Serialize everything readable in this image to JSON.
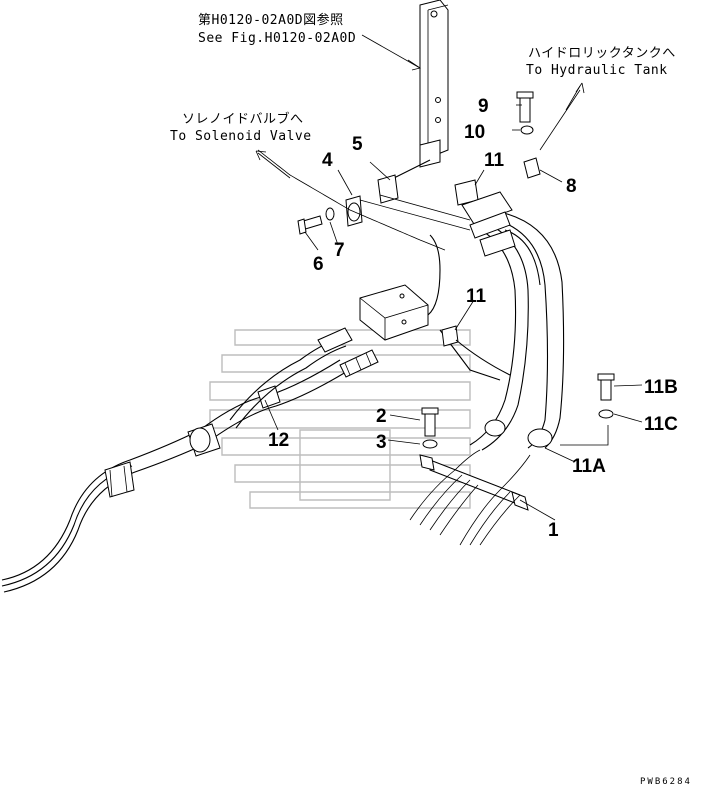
{
  "references": {
    "bracket": {
      "jp": "第H0120-02A0D図参照",
      "en": "See Fig.H0120-02A0D"
    },
    "hydraulic_tank": {
      "jp": "ハイドロリックタンクへ",
      "en": "To Hydraulic Tank"
    },
    "solenoid_valve": {
      "jp": "ソレノイドバルブへ",
      "en": "To Solenoid Valve"
    }
  },
  "callouts": {
    "n1": "1",
    "n2": "2",
    "n3": "3",
    "n4": "4",
    "n5": "5",
    "n6": "6",
    "n7": "7",
    "n8": "8",
    "n9": "9",
    "n10": "10",
    "n11a": "11",
    "n11b": "11",
    "n11A": "11A",
    "n11B": "11B",
    "n11C": "11C",
    "n12": "12"
  },
  "drawing_code": "PWB6284"
}
